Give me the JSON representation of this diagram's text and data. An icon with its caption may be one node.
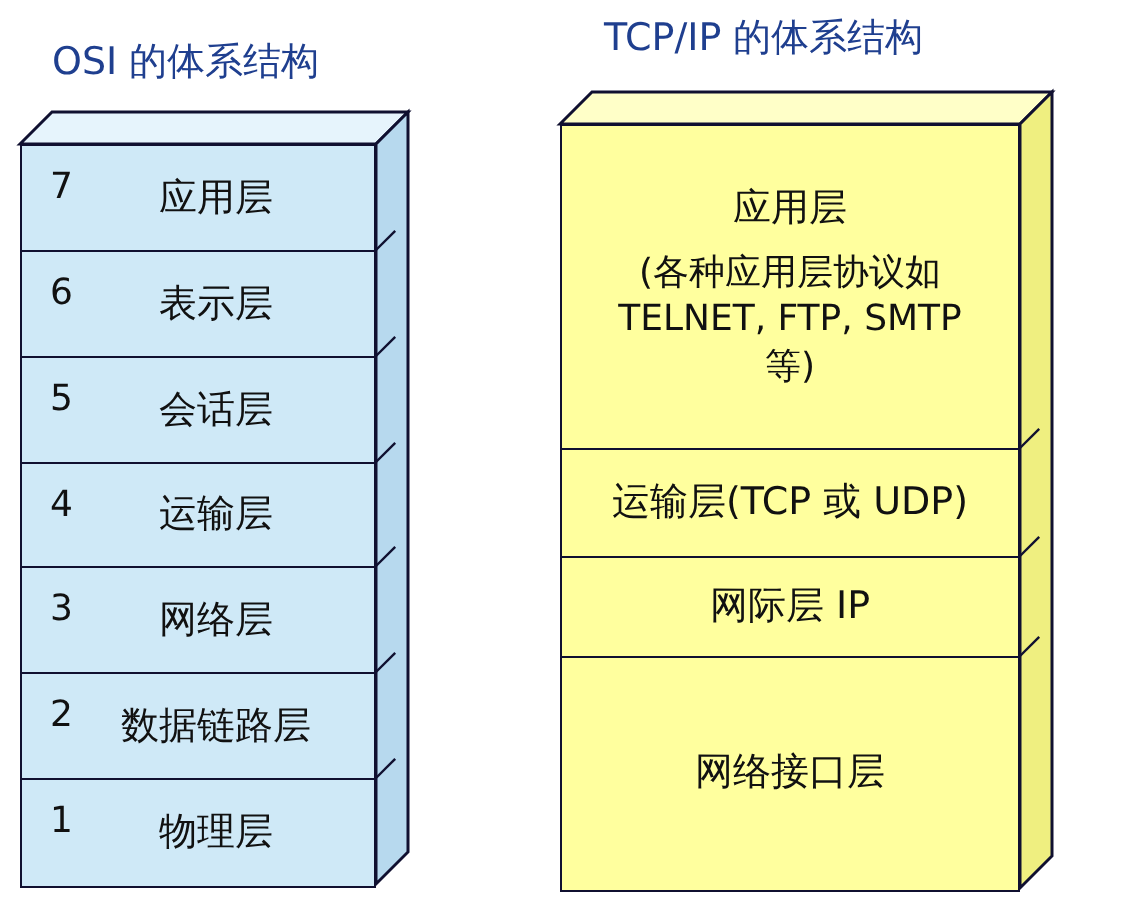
{
  "diagram": {
    "nodes": [
      {
        "text": [
          "OSI 的体系结构"
        ]
      },
      {
        "text": [
          "7",
          "应用层"
        ],
        "in": 0
      },
      {
        "text": [
          "6",
          "表示层"
        ],
        "in": 0
      },
      {
        "text": [
          "5",
          "会话层"
        ],
        "in": 0
      },
      {
        "text": [
          "4",
          "运输层"
        ],
        "in": 0
      },
      {
        "text": [
          "3",
          "网络层"
        ],
        "in": 0
      },
      {
        "text": [
          "2",
          "数据链路层"
        ],
        "in": 0
      },
      {
        "text": [
          "1",
          "物理层"
        ],
        "in": 0
      },
      {
        "text": [
          "TCP/IP 的体系结构"
        ]
      },
      {
        "text": [
          "应用层",
          "(各种应用层协议如 TELNET, FTP, SMTP 等)"
        ],
        "in": 8
      },
      {
        "text": [
          "运输层(TCP 或 UDP)"
        ],
        "in": 8
      },
      {
        "text": [
          "网际层 IP"
        ],
        "in": 8
      },
      {
        "text": [
          "网络接口层"
        ],
        "in": 8
      }
    ]
  }
}
